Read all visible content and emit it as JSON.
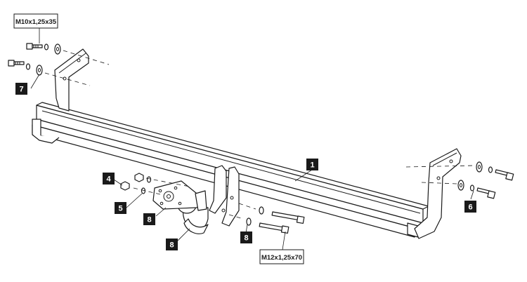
{
  "callouts": [
    {
      "id": "top-left",
      "text": "M10x1,25x35"
    },
    {
      "id": "bottom",
      "text": "M12x1,25x70"
    }
  ],
  "badges": [
    {
      "id": "badge-1",
      "text": "1"
    },
    {
      "id": "badge-4",
      "text": "4"
    },
    {
      "id": "badge-5",
      "text": "5"
    },
    {
      "id": "badge-6",
      "text": "6"
    },
    {
      "id": "badge-7",
      "text": "7"
    },
    {
      "id": "badge-8a",
      "text": "8"
    },
    {
      "id": "badge-8b",
      "text": "8"
    },
    {
      "id": "badge-8c",
      "text": "8"
    }
  ]
}
